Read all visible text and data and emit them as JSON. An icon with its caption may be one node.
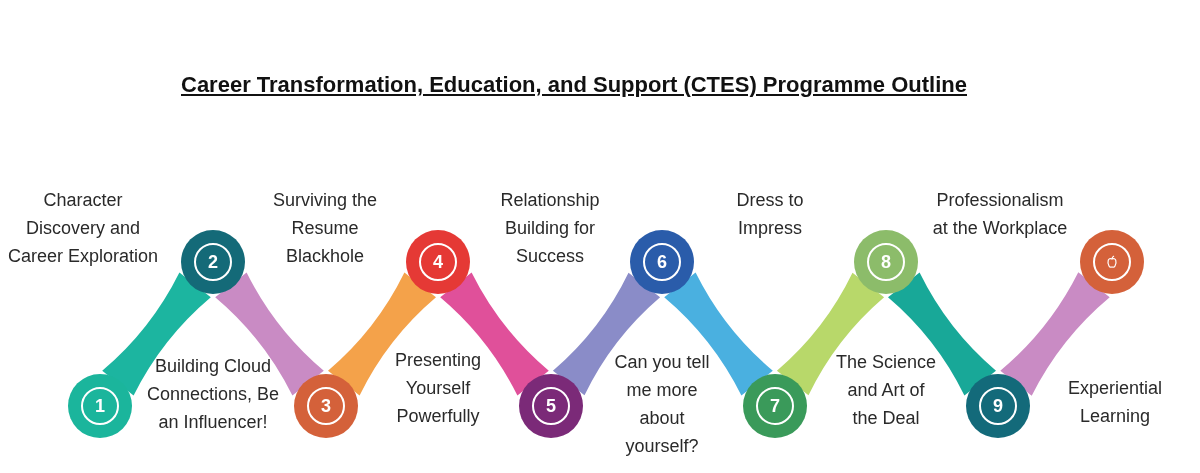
{
  "diagram": {
    "title": "Career Transformation, Education, and Support (CTES) Programme Outline",
    "nodes": [
      {
        "text": [
          "1"
        ]
      },
      {
        "text": [
          "2"
        ]
      },
      {
        "text": [
          "3"
        ]
      },
      {
        "text": [
          "4"
        ]
      },
      {
        "text": [
          "5"
        ]
      },
      {
        "text": [
          "6"
        ]
      },
      {
        "text": [
          "7"
        ]
      },
      {
        "text": [
          "8"
        ]
      },
      {
        "text": [
          "9"
        ]
      },
      {
        "text": [],
        "shape": "circle"
      }
    ],
    "edges": [
      {
        "from": 0,
        "to": 1,
        "arrow": "none",
        "color": "#1cb5a0"
      },
      {
        "from": 1,
        "to": 2,
        "arrow": "none",
        "color": "#c98bc4"
      },
      {
        "from": 2,
        "to": 3,
        "arrow": "none",
        "color": "#f4a24a"
      },
      {
        "from": 3,
        "to": 4,
        "arrow": "none",
        "color": "#e0509a"
      },
      {
        "from": 4,
        "to": 5,
        "arrow": "none",
        "color": "#8a8cc8"
      },
      {
        "from": 5,
        "to": 6,
        "arrow": "none",
        "color": "#4ab0e0"
      },
      {
        "from": 6,
        "to": 7,
        "arrow": "none",
        "color": "#b8d86a"
      },
      {
        "from": 7,
        "to": 8,
        "arrow": "none",
        "color": "#18a898"
      },
      {
        "from": 8,
        "to": 9,
        "arrow": "none",
        "color": "#c98bc4"
      }
    ],
    "labels": [
      "Character Discovery and Career Exploration",
      "Surviving the Resume Blackhole",
      "Relationship Building for Success",
      "Dress to Impress",
      "Professionalism at the Workplace",
      "Building Cloud Connections, Be an Influencer!",
      "Presenting Yourself Powerfully",
      "Can you tell me more about yourself?",
      "The Science and Art of the Deal",
      "Experiential Learning"
    ]
  }
}
